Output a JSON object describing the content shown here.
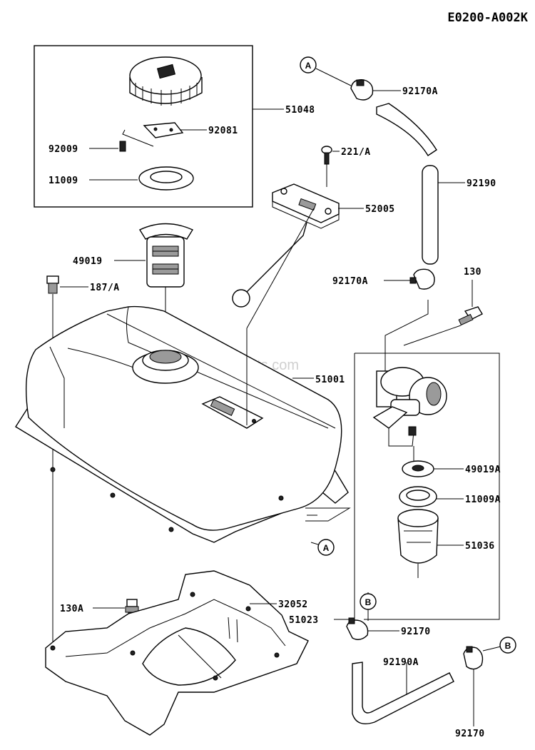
{
  "diagram_code": "E0200-A002K",
  "watermark": "eReplacementParts.com",
  "callouts": {
    "c_51048": "51048",
    "c_92081": "92081",
    "c_92009": "92009",
    "c_11009": "11009",
    "c_49019": "49019",
    "c_187A": "187/A",
    "c_221A": "221/A",
    "c_52005": "52005",
    "c_92170A_top": "92170A",
    "c_92190": "92190",
    "c_92170A_mid": "92170A",
    "c_130": "130",
    "c_51001": "51001",
    "c_49019A": "49019A",
    "c_11009A": "11009A",
    "c_51036": "51036",
    "c_51023": "51023",
    "c_130A": "130A",
    "c_32052": "32052",
    "c_92170_mid": "92170",
    "c_92190A": "92190A",
    "c_92170_bot": "92170"
  },
  "markers": {
    "a_top": "A",
    "a_bot": "A",
    "b_mid": "B",
    "b_right": "B"
  }
}
